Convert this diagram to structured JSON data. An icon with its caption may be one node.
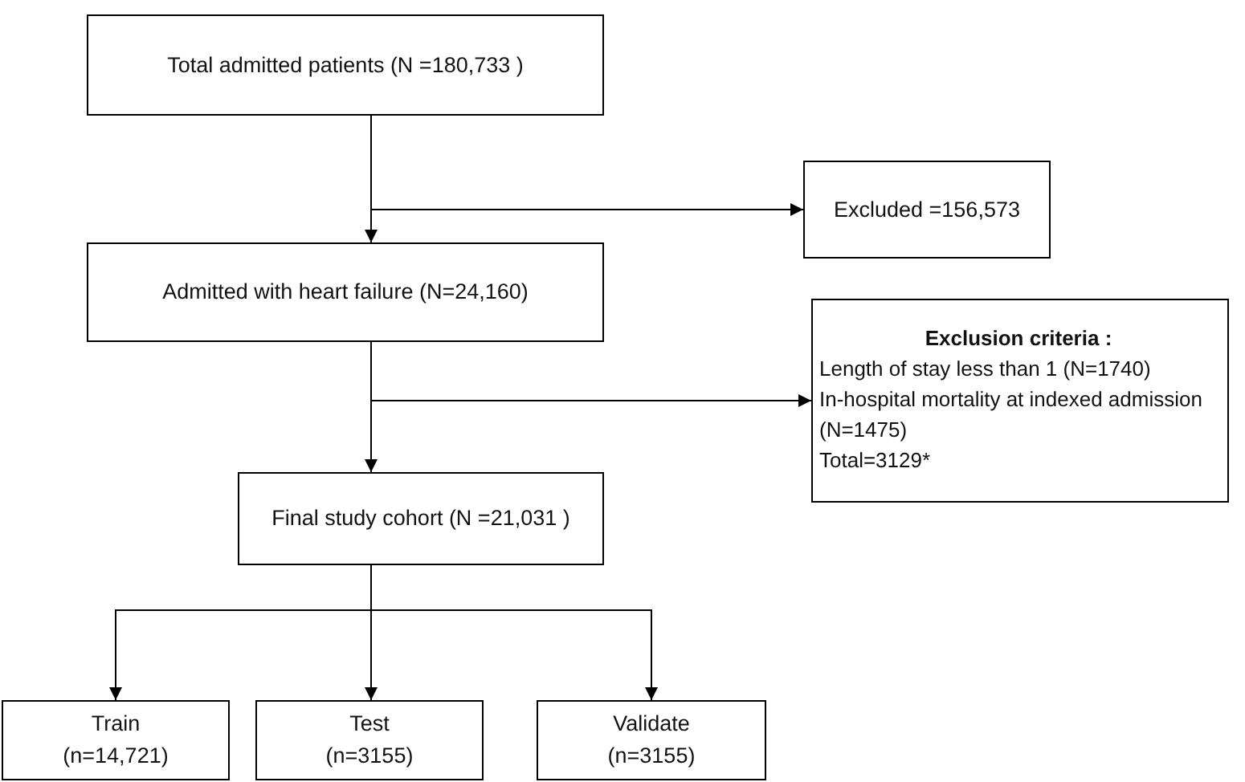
{
  "diagram": {
    "nodes": [
      {
        "text": [
          "Total admitted patients (N =180,733 )"
        ]
      },
      {
        "text": [
          "Excluded =156,573"
        ]
      },
      {
        "text": [
          "Admitted with heart failure (N=24,160)"
        ]
      },
      {
        "text": [
          "Exclusion criteria :",
          "Length of stay less than 1 (N=1740)",
          "In-hospital mortality at indexed admission (N=1475)",
          "Total=3129*"
        ]
      },
      {
        "text": [
          "Final study cohort (N =21,031 )"
        ]
      },
      {
        "text": [
          "Train",
          "(n=14,721)"
        ]
      },
      {
        "text": [
          "Test",
          "(n=3155)"
        ]
      },
      {
        "text": [
          "Validate",
          "(n=3155)"
        ]
      }
    ],
    "edges": [
      {
        "from": 0,
        "to": 1,
        "arrow": "to"
      },
      {
        "from": 0,
        "to": 2,
        "arrow": "to"
      },
      {
        "from": 2,
        "to": 3,
        "arrow": "to"
      },
      {
        "from": 2,
        "to": 4,
        "arrow": "to"
      },
      {
        "from": 4,
        "to": 5,
        "arrow": "to"
      },
      {
        "from": 4,
        "to": 6,
        "arrow": "to"
      },
      {
        "from": 4,
        "to": 7,
        "arrow": "to"
      }
    ]
  }
}
